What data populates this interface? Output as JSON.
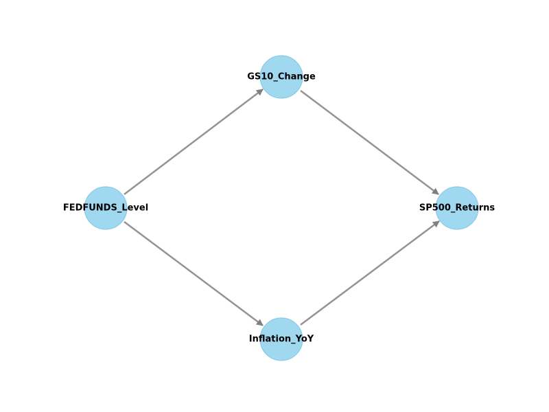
{
  "colors": {
    "node_fill": "#87ceeb",
    "node_stroke": "#7ec8e8",
    "edge": "#808080",
    "label": "#000000",
    "background": "#ffffff"
  },
  "nodes": [
    {
      "id": "fedfunds",
      "label": "FEDFUNDS_Level"
    },
    {
      "id": "gs10",
      "label": "GS10_Change"
    },
    {
      "id": "inflation",
      "label": "Inflation_YoY"
    },
    {
      "id": "sp500",
      "label": "SP500_Returns"
    }
  ],
  "edges": [
    {
      "from": "fedfunds",
      "to": "gs10"
    },
    {
      "from": "fedfunds",
      "to": "inflation"
    },
    {
      "from": "gs10",
      "to": "sp500"
    },
    {
      "from": "inflation",
      "to": "sp500"
    }
  ]
}
